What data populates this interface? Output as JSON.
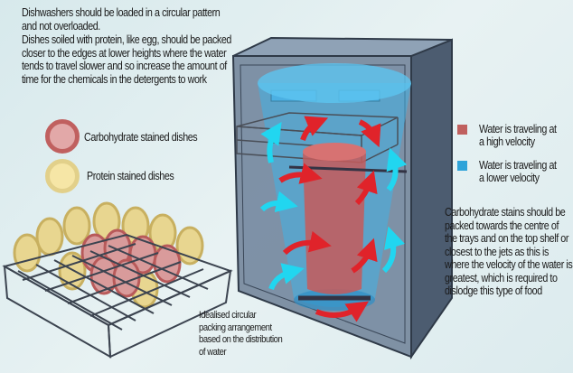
{
  "intro_text": "Dishwashers should be loaded in a circular pattern and not overloaded.",
  "protein_text": "Dishes soiled with protein, like egg, should be packed closer to the edges at lower heights where the water tends to travel slower and so increase the amount of time for the chemicals in the detergents to work",
  "dish_legend": [
    {
      "label": "Carbohydrate stained dishes",
      "color": "#c0605f"
    },
    {
      "label": "Protein stained dishes",
      "color": "#e8d690"
    }
  ],
  "velocity_legend": [
    {
      "line1": "Water is traveling at",
      "line2": "a high velocity",
      "color": "#c0605f"
    },
    {
      "line1": "Water is traveling at",
      "line2": "a lower velocity",
      "color": "#2ea3d9"
    }
  ],
  "carb_text": "Carbohydrate stains should be packed towards the centre of the trays and on the top shelf or closest to the jets as this is where the velocity of the water is greatest, which is required to dislodge this type of food",
  "rack_caption": "Idealised circular packing arrangement based on the distribution of water",
  "colors": {
    "high": "#e0232a",
    "low": "#21d6f0",
    "water": "#3fb2e6",
    "body": "#5d6f84"
  }
}
